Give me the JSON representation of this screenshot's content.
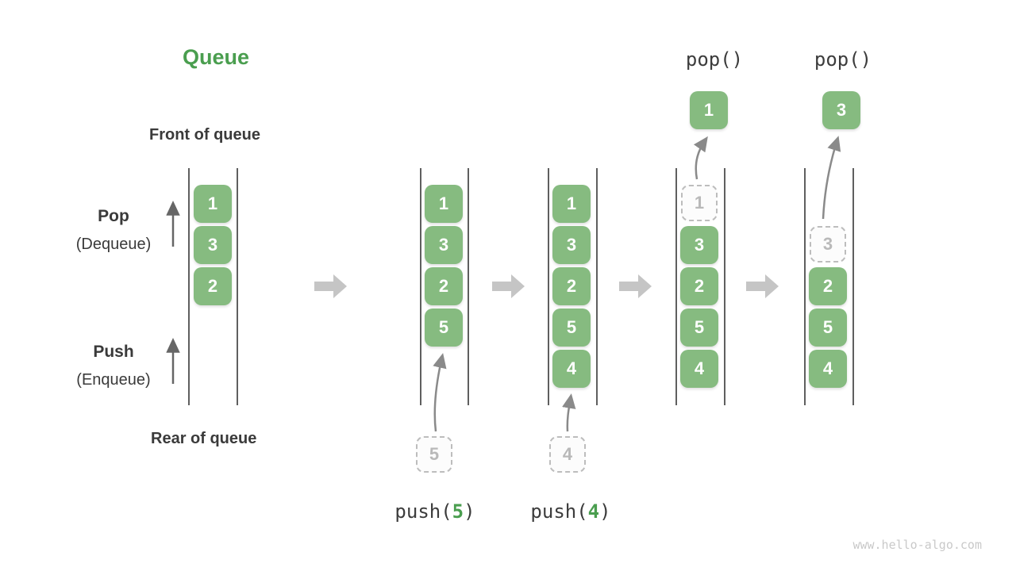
{
  "title": "Queue",
  "watermark": "www.hello-algo.com",
  "side_labels": {
    "front": "Front of queue",
    "rear": "Rear of queue",
    "pop_title": "Pop",
    "pop_sub": "(Dequeue)",
    "push_title": "Push",
    "push_sub": "(Enqueue)"
  },
  "colors": {
    "item_green": "#86BB80",
    "accent_green": "#4A9E4F",
    "text_dark": "#3A3A3A",
    "ghost_gray": "#B9B9B9",
    "rail_gray": "#5F5F5F",
    "flow_arrow_gray": "#C5C5C5",
    "motion_arrow_gray": "#8A8A8A",
    "watermark_gray": "#C9C9C9"
  },
  "states": [
    {
      "cells": [
        "1",
        "3",
        "2"
      ]
    },
    {
      "cells": [
        "1",
        "3",
        "2",
        "5"
      ],
      "incoming": "5",
      "op": {
        "prefix": "push(",
        "arg": "5",
        "suffix": ")"
      }
    },
    {
      "cells": [
        "1",
        "3",
        "2",
        "5",
        "4"
      ],
      "incoming": "4",
      "op": {
        "prefix": "push(",
        "arg": "4",
        "suffix": ")"
      }
    },
    {
      "cells": [
        "3",
        "2",
        "5",
        "4"
      ],
      "outgoing": "1",
      "popped": "1",
      "op_label": "pop()"
    },
    {
      "cells": [
        "2",
        "5",
        "4"
      ],
      "outgoing": "3",
      "popped": "3",
      "op_label": "pop()"
    }
  ]
}
